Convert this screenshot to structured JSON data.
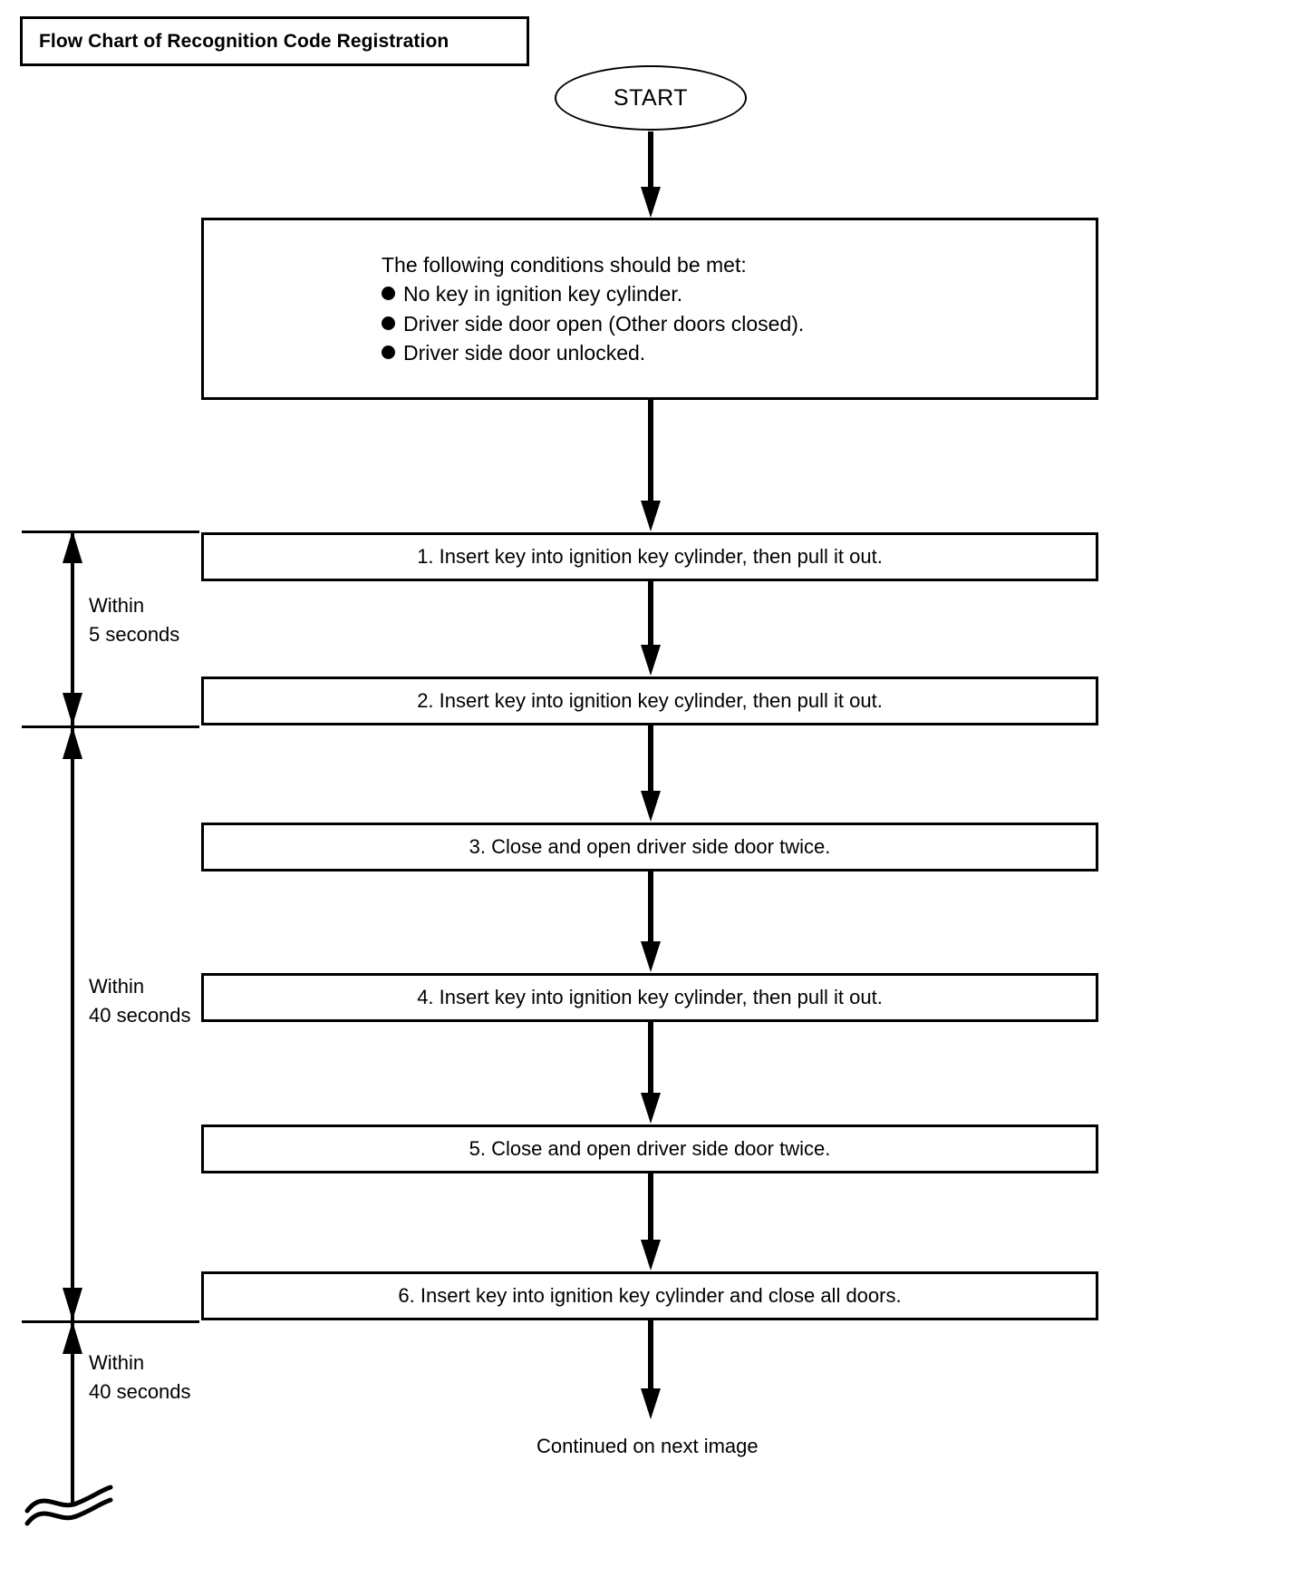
{
  "title": {
    "text": "Flow Chart of Recognition Code Registration"
  },
  "start": {
    "label": "START"
  },
  "conditions": {
    "heading": "The following conditions should be met:",
    "items": [
      "No key in ignition key cylinder.",
      "Driver side door open (Other doors closed).",
      "Driver side door unlocked."
    ]
  },
  "steps": [
    {
      "text": "1. Insert key into ignition key cylinder, then pull it out."
    },
    {
      "text": "2. Insert key into ignition key cylinder, then pull it out."
    },
    {
      "text": "3. Close and open driver side door twice."
    },
    {
      "text": "4. Insert key into ignition key cylinder, then pull it out."
    },
    {
      "text": "5. Close and open driver side door twice."
    },
    {
      "text": "6. Insert key into ignition key cylinder and close all doors."
    }
  ],
  "timings": [
    {
      "line1": "Within",
      "line2": "5 seconds"
    },
    {
      "line1": "Within",
      "line2": "40 seconds"
    },
    {
      "line1": "Within",
      "line2": "40 seconds"
    }
  ],
  "footer": {
    "continued": "Continued on next image"
  },
  "colors": {
    "ink": "#000000",
    "paper": "#ffffff"
  },
  "chart_data": {
    "type": "diagram",
    "title": "Flow Chart of Recognition Code Registration",
    "nodes": [
      {
        "id": "start",
        "kind": "terminator",
        "label": "START"
      },
      {
        "id": "conditions",
        "kind": "process",
        "label": "The following conditions should be met: No key in ignition key cylinder. Driver side door open (Other doors closed). Driver side door unlocked."
      },
      {
        "id": "step1",
        "kind": "process",
        "label": "1. Insert key into ignition key cylinder, then pull it out."
      },
      {
        "id": "step2",
        "kind": "process",
        "label": "2. Insert key into ignition key cylinder, then pull it out."
      },
      {
        "id": "step3",
        "kind": "process",
        "label": "3. Close and open driver side door twice."
      },
      {
        "id": "step4",
        "kind": "process",
        "label": "4. Insert key into ignition key cylinder, then pull it out."
      },
      {
        "id": "step5",
        "kind": "process",
        "label": "5. Close and open driver side door twice."
      },
      {
        "id": "step6",
        "kind": "process",
        "label": "6. Insert key into ignition key cylinder and close all doors."
      },
      {
        "id": "continued",
        "kind": "offpage",
        "label": "Continued on next image"
      }
    ],
    "edges": [
      {
        "from": "start",
        "to": "conditions"
      },
      {
        "from": "conditions",
        "to": "step1"
      },
      {
        "from": "step1",
        "to": "step2"
      },
      {
        "from": "step2",
        "to": "step3"
      },
      {
        "from": "step3",
        "to": "step4"
      },
      {
        "from": "step4",
        "to": "step5"
      },
      {
        "from": "step5",
        "to": "step6"
      },
      {
        "from": "step6",
        "to": "continued"
      }
    ],
    "annotations": [
      {
        "label": "Within 5 seconds",
        "spans": [
          "step1",
          "step2"
        ]
      },
      {
        "label": "Within 40 seconds",
        "spans": [
          "step2",
          "step6"
        ]
      },
      {
        "label": "Within 40 seconds",
        "spans": [
          "step6",
          "continued"
        ]
      }
    ]
  }
}
